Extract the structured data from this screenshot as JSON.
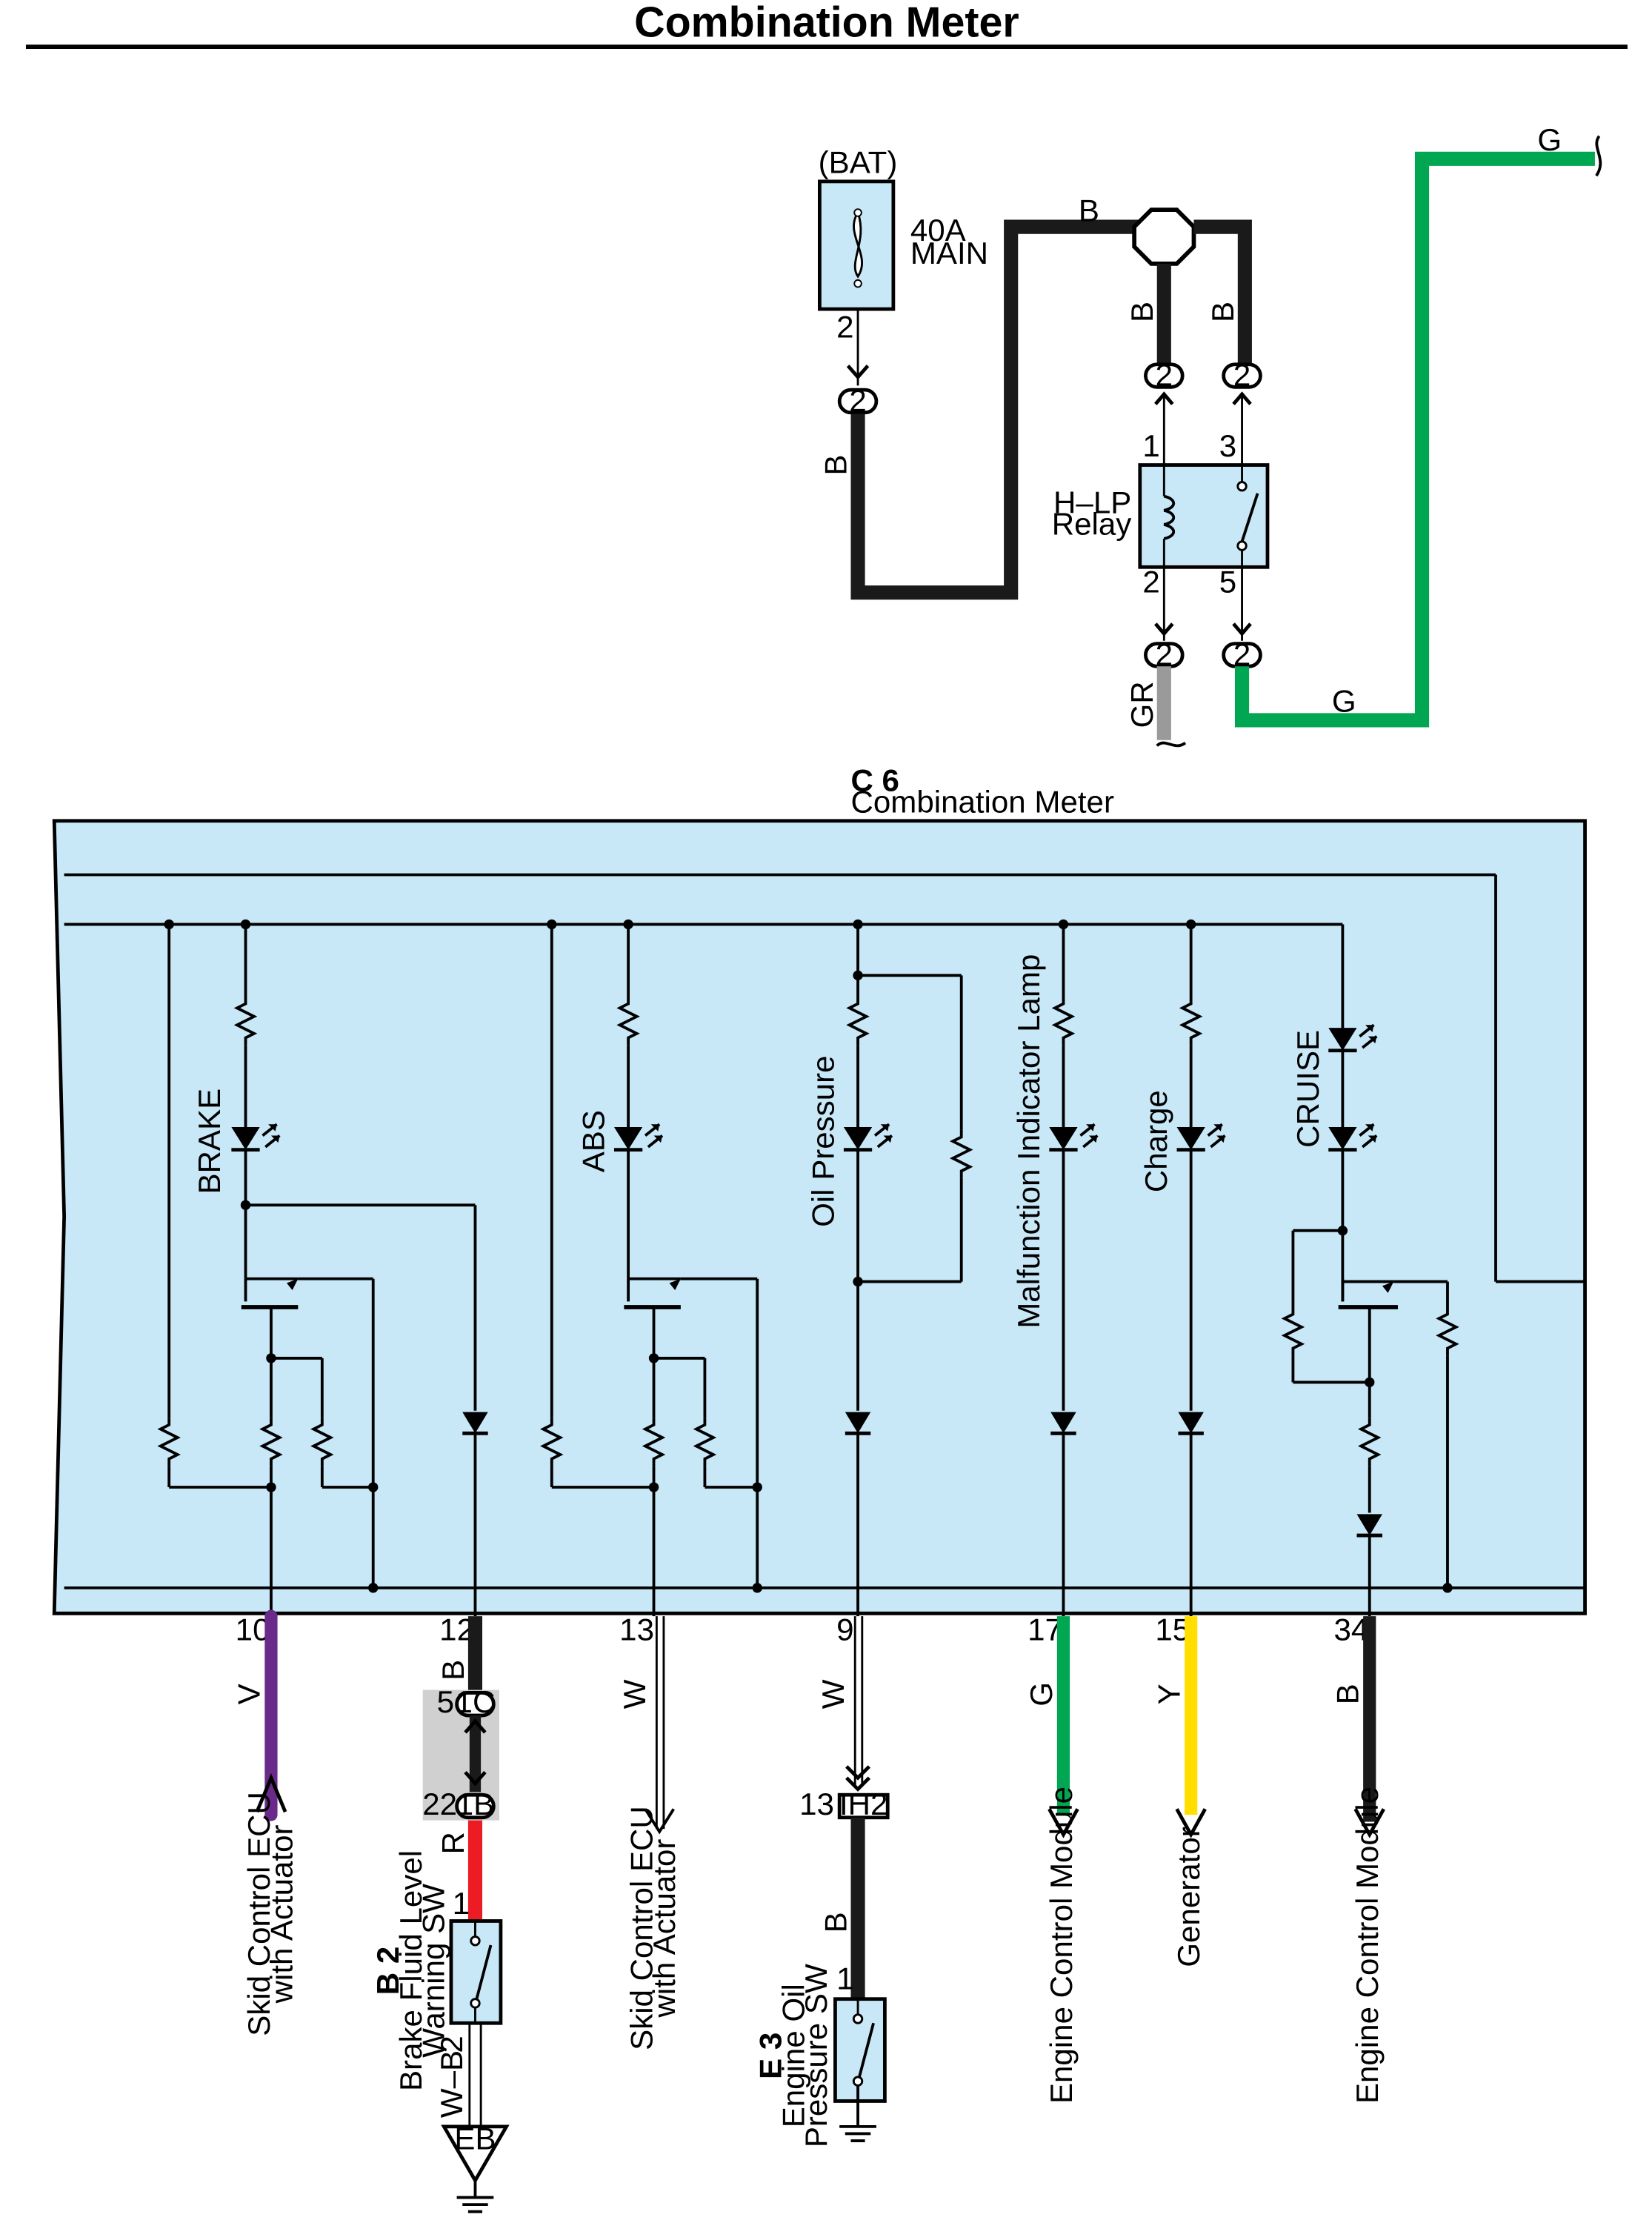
{
  "title": "Combination Meter",
  "colors": {
    "B": "#1a1a1a",
    "G": "#00a651",
    "GR": "#9a9a9a",
    "V": "#6a2a8a",
    "R": "#ed1c24",
    "Y": "#ffde00",
    "W": "#ffffff",
    "box_fill": "#c8e8f8"
  },
  "power": {
    "bat_label": "(BAT)",
    "fuse_label_1": "40A",
    "fuse_label_2": "MAIN",
    "fuse_pin": "2",
    "fuse_conn": "2",
    "relay_label_1": "H–LP",
    "relay_label_2": "Relay",
    "relay_pins": {
      "p1": "1",
      "p2": "2",
      "p3": "3",
      "p5": "5"
    },
    "relay_conns": {
      "c1": "2",
      "c2": "2",
      "c3": "2",
      "c4": "2"
    },
    "wire_b_1": "B",
    "wire_b_2": "B",
    "wire_b_3": "B",
    "wire_b_4": "B",
    "wire_g_top": "G",
    "wire_g_bottom": "G",
    "wire_gr": "GR"
  },
  "meter": {
    "code": "C 6",
    "name": "Combination Meter",
    "lamps": {
      "brake": "BRAKE",
      "abs": "ABS",
      "oil": "Oil Pressure",
      "mil": "Malfunction Indicator Lamp",
      "charge": "Charge",
      "cruise": "CRUISE"
    }
  },
  "terminals": [
    {
      "pin": "10",
      "wire": "V"
    },
    {
      "pin": "12",
      "wire": "B"
    },
    {
      "pin": "13",
      "wire": "W"
    },
    {
      "pin": "9",
      "wire": "W"
    },
    {
      "pin": "17",
      "wire": "G"
    },
    {
      "pin": "15",
      "wire": "Y"
    },
    {
      "pin": "34",
      "wire": "B"
    }
  ],
  "connectors": {
    "j1c": "1C",
    "j1c_pin": "5",
    "j1b": "1B",
    "j1b_pin": "22",
    "ih2": "IH2",
    "ih2_pin": "13",
    "wire_r": "R",
    "wire_b_oil": "B"
  },
  "destinations": {
    "skid1_1": "Skid Control ECU",
    "skid1_2": "with Actuator",
    "skid2_1": "Skid Control ECU",
    "skid2_2": "with Actuator",
    "ecm1": "Engine Control Module",
    "generator": "Generator",
    "ecm2": "Engine Control Module"
  },
  "switches": {
    "b2_code": "B 2",
    "b2_name_1": "Brake Fluid Level",
    "b2_name_2": "Warning SW",
    "b2_pin_top": "1",
    "b2_pin_bot": "2",
    "b2_wire": "W–B",
    "ground_label": "EB",
    "e3_code": "E 3",
    "e3_name_1": "Engine Oil",
    "e3_name_2": "Pressure SW",
    "e3_pin_top": "1"
  }
}
